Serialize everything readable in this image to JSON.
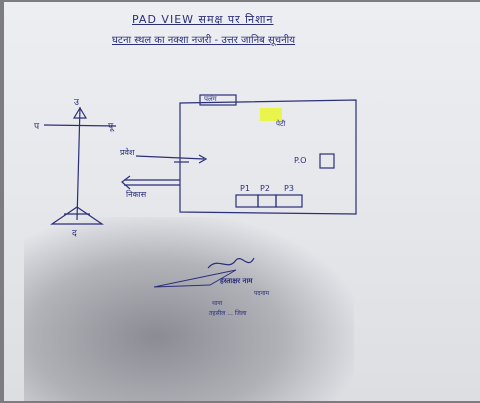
{
  "heading": {
    "line1": "PAD VIEW  समक्ष  पर निशान",
    "line2": "घटना स्थल का नक्शा नजरी - उत्तर जानिब सूचनीय"
  },
  "diagram": {
    "compass_top": "उ",
    "compass_west": "प",
    "compass_east": "पू",
    "compass_bottom": "द",
    "box_top_label": "पलंग",
    "highlight_label": "पेटी",
    "door_label": "प्रवेश",
    "exit_label": "निकास",
    "item_right": "P.O",
    "p1": "P1",
    "p2": "P2",
    "p3": "P3"
  },
  "signature": {
    "name_line": "हस्ताक्षर नाम",
    "line2": "पदनाम",
    "line3": "थाना",
    "line4": "तहसील ... जिला"
  },
  "colors": {
    "ink": "#2b2f7a",
    "highlight": "#e9f53a"
  }
}
